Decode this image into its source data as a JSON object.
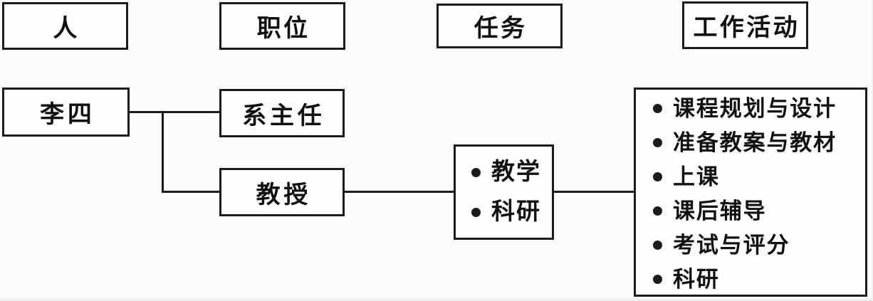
{
  "diagram": {
    "headers": {
      "person": {
        "label": "人"
      },
      "position": {
        "label": "职位"
      },
      "task": {
        "label": "任务"
      },
      "activity": {
        "label": "工作活动"
      }
    },
    "person": {
      "label": "李四"
    },
    "positions": [
      {
        "label": "系主任"
      },
      {
        "label": "教授"
      }
    ],
    "tasks": {
      "items": [
        "教学",
        "科研"
      ]
    },
    "work_activities": {
      "items": [
        "课程规划与设计",
        "准备教案与教材",
        "上课",
        "课后辅导",
        "考试与评分",
        "科研"
      ]
    },
    "icons": {
      "bullet": "filled-circle"
    },
    "colors": {
      "line": "#1c1c1c",
      "box-bg": "#fefefe",
      "bg": "#fbfbfb",
      "text": "#111111"
    }
  }
}
